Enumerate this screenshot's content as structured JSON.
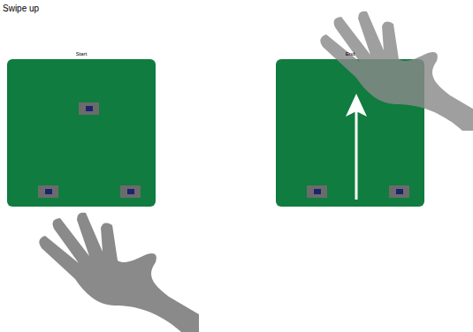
{
  "diagram": {
    "title": "Swipe up",
    "nodes": [
      {
        "text": [
          "Start"
        ]
      },
      {
        "text": [
          "End"
        ]
      }
    ]
  }
}
